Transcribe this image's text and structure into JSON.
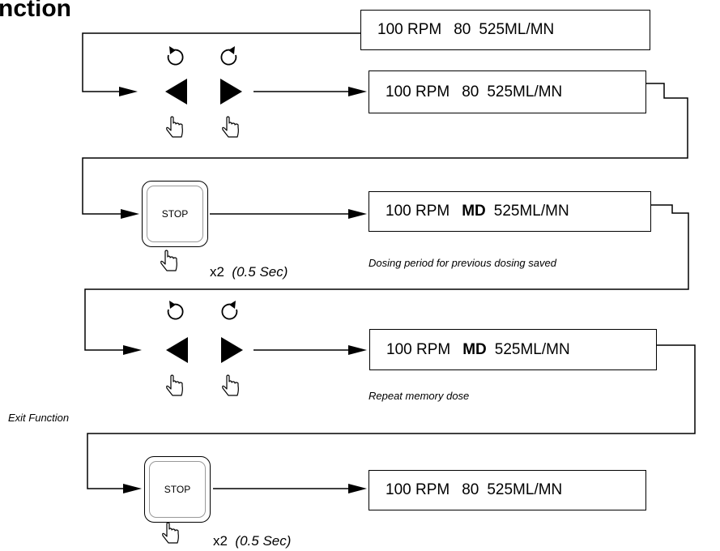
{
  "title": "nction",
  "displays": [
    {
      "rpm": "100 RPM",
      "mode": "80",
      "flow": "525ML/MN"
    },
    {
      "rpm": "100 RPM",
      "mode": "80",
      "flow": "525ML/MN"
    },
    {
      "rpm": "100 RPM",
      "mode": "MD",
      "flow": "525ML/MN"
    },
    {
      "rpm": "100 RPM",
      "mode": "MD",
      "flow": "525ML/MN"
    },
    {
      "rpm": "100 RPM",
      "mode": "80",
      "flow": "525ML/MN"
    }
  ],
  "notes": {
    "dosing_saved": "Dosing period for previous dosing saved",
    "repeat_memory": "Repeat memory dose",
    "exit_function": "Exit Function"
  },
  "stop_button_label": "STOP",
  "press_count": "x2",
  "press_duration": "(0.5 Sec)",
  "icons": {
    "rotate_ccw": "counterclockwise-arrow-icon",
    "rotate_cw": "clockwise-arrow-icon",
    "left": "left-triangle-icon",
    "right": "right-triangle-icon",
    "hand": "pointing-hand-icon"
  }
}
